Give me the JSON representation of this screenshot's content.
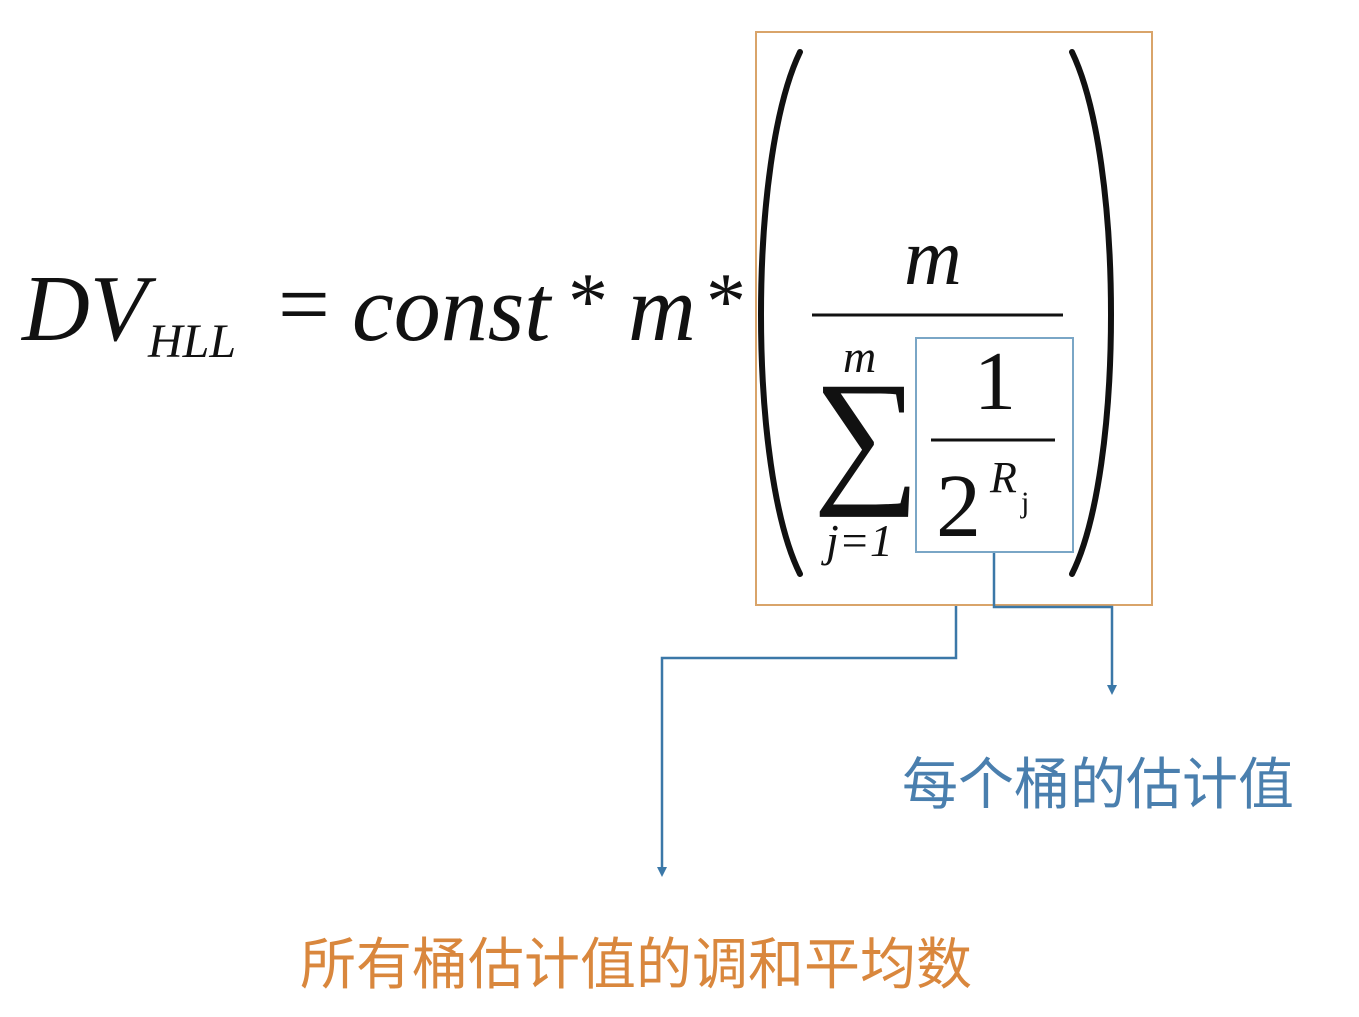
{
  "formula": {
    "lhs_main": "DV",
    "lhs_sub": "HLL",
    "equals": "=",
    "const": "const",
    "star1": "*",
    "m_factor": "m",
    "star2": "*",
    "numerator": "m",
    "sum_upper": "m",
    "sum_symbol": "∑",
    "sum_lower": "j=1",
    "inner_numerator": "1",
    "inner_base": "2",
    "inner_exponent": "R",
    "inner_exponent_sub": "j"
  },
  "annotations": {
    "each_bucket_estimate": "每个桶的估计值",
    "harmonic_mean_label": "所有桶估计值的调和平均数"
  },
  "colors": {
    "outer_box": "#d9a46a",
    "inner_box": "#7aa6c6",
    "arrow": "#3b78a8",
    "label_each": "#4a7fae",
    "label_all": "#d9873d",
    "formula_text": "#111111"
  }
}
